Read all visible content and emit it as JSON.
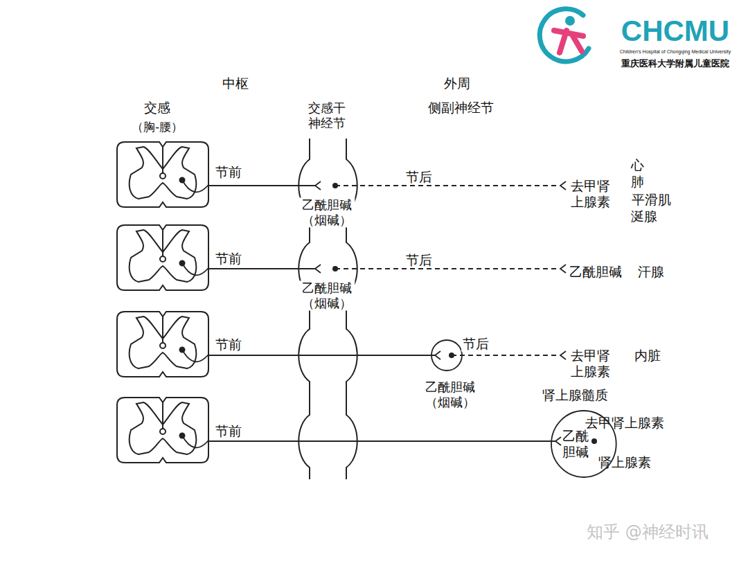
{
  "diagram": {
    "nodes": [
      {
        "text": [
          "乙酰 胆碱"
        ]
      }
    ],
    "labels": [
      "CHCMU",
      "Children's Hospital of Chongqing Medical University",
      "重庆医科大学附属儿童医院",
      "中枢",
      "外周",
      "交感",
      "（胸-腰）",
      "交感干 神经节",
      "侧副神经节",
      "节前",
      "乙酰胆碱 （烟碱）",
      "节后",
      "去甲肾 上腺素",
      "心",
      "肺",
      "平滑肌",
      "涎腺",
      "节前",
      "乙酰胆碱 （烟碱）",
      "节后",
      "乙酰胆碱",
      "汗腺",
      "节前",
      "节后",
      "乙酰胆碱 （烟碱）",
      "去甲肾 上腺素",
      "内脏",
      "肾上腺髓质",
      "节前",
      "去甲肾上腺素",
      "肾上腺素",
      "知乎 @神经时讯"
    ]
  }
}
